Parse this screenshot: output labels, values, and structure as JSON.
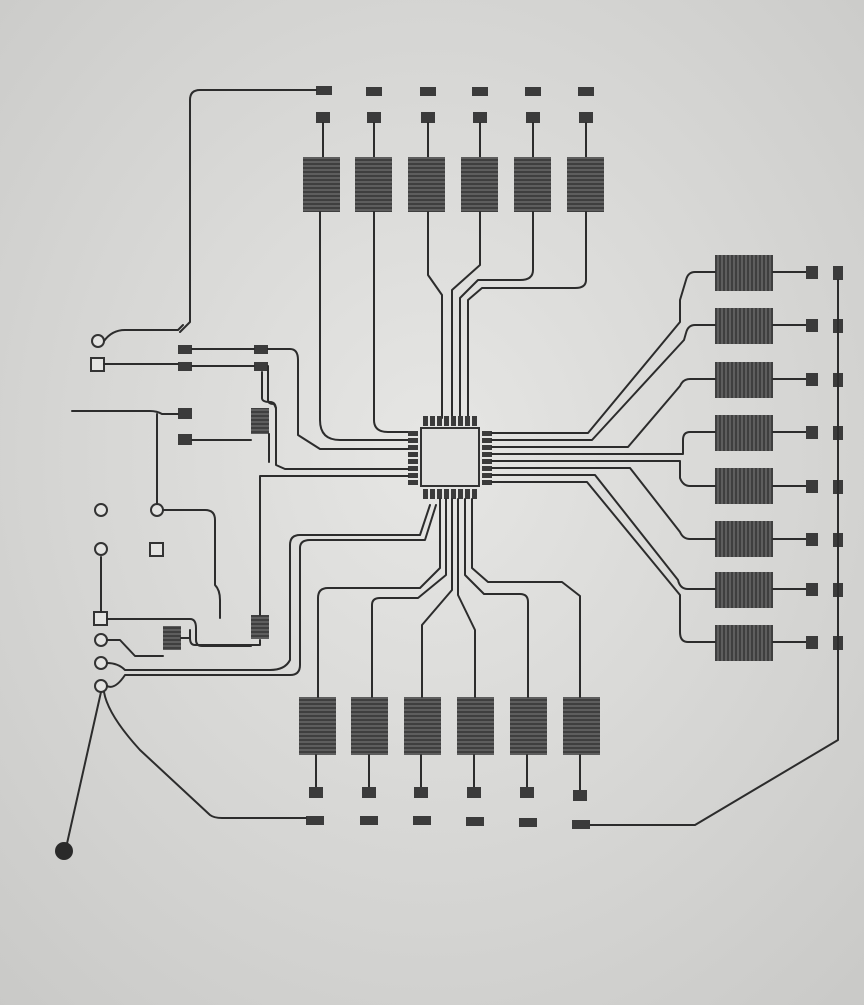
{
  "paper_color": "#d9d9d7",
  "ink_color": "#2c2c2c",
  "description_visible_text": "",
  "elements": {
    "top_coil_count": 6,
    "right_coil_count": 8,
    "bottom_coil_count": 6,
    "chip_pad_rows": 4
  }
}
